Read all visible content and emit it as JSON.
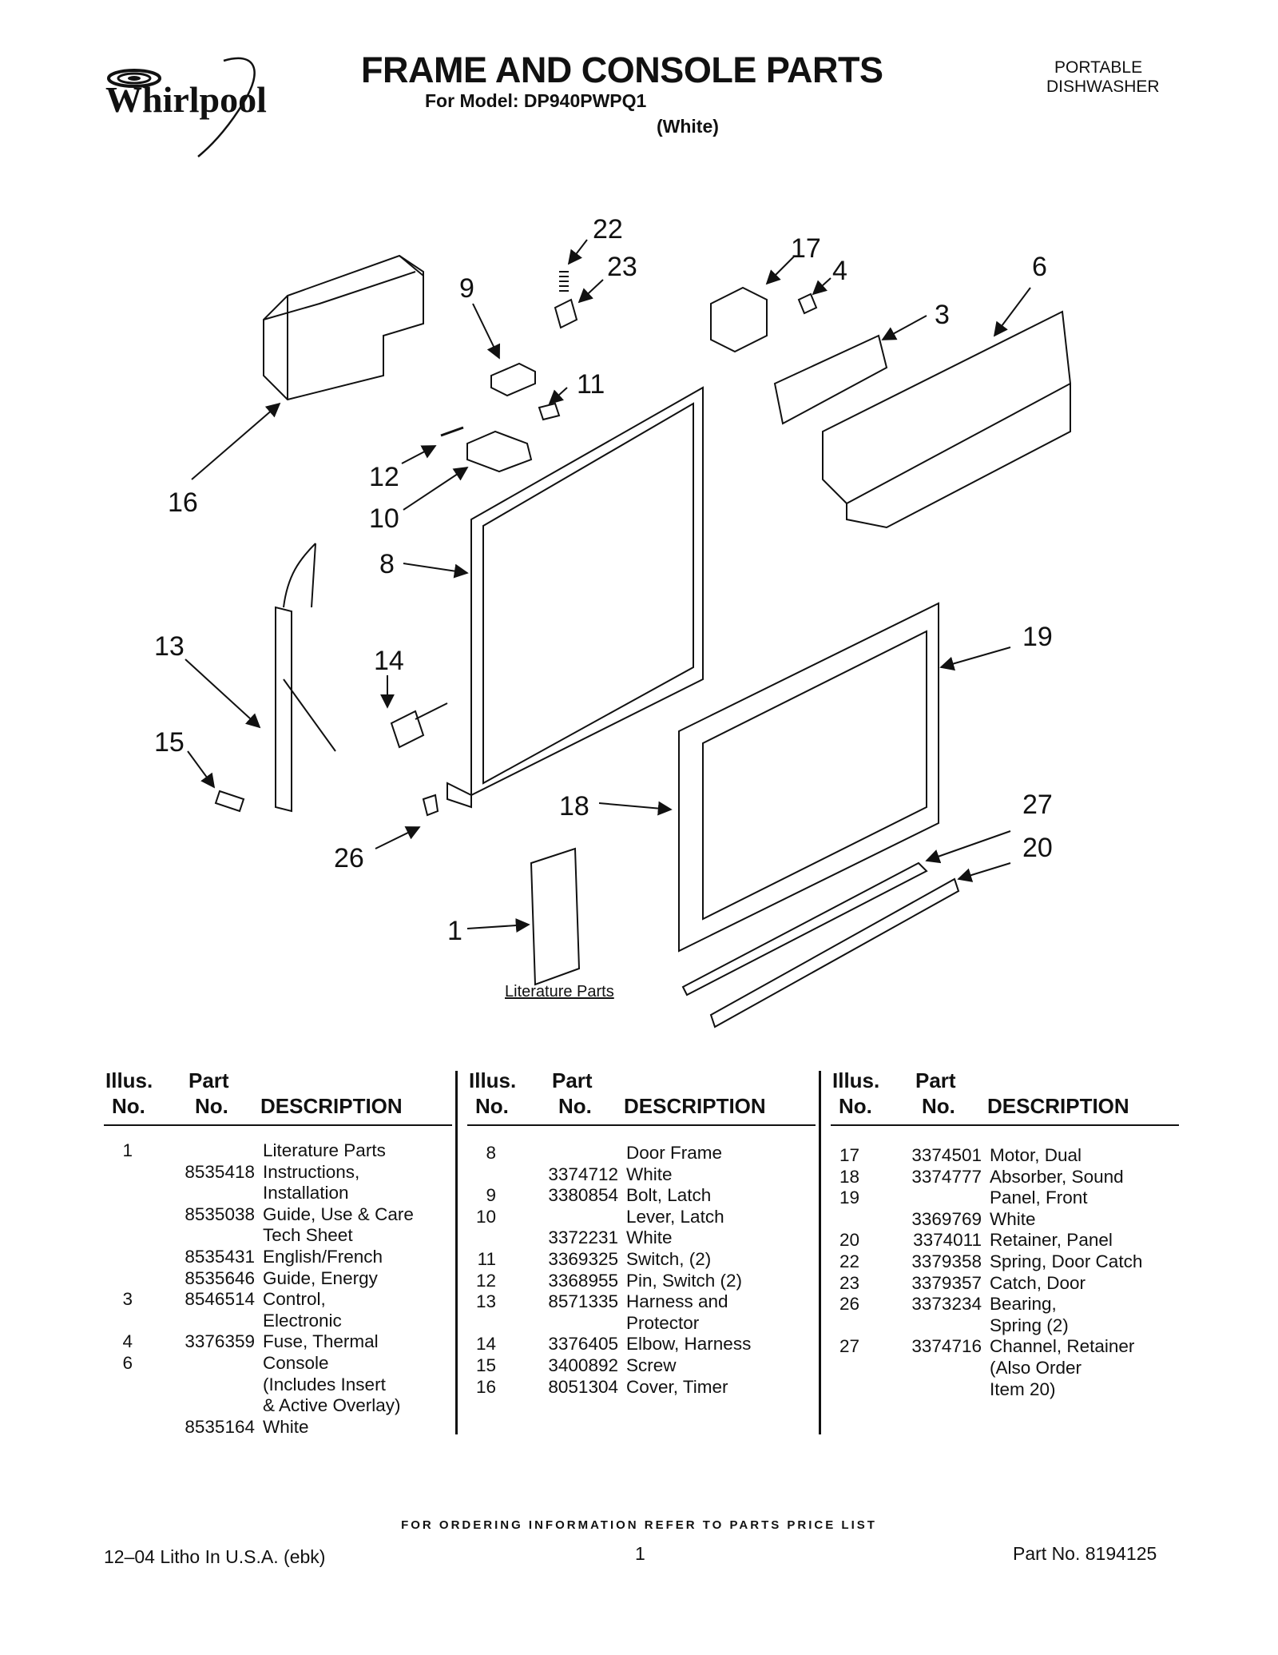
{
  "header": {
    "brand": "Whirlpool",
    "title": "FRAME AND CONSOLE PARTS",
    "model_line": "For Model: DP940PWPQ1",
    "color_line": "(White)",
    "category_line1": "PORTABLE",
    "category_line2": "DISHWASHER"
  },
  "diagram": {
    "callouts": [
      "22",
      "17",
      "23",
      "4",
      "6",
      "9",
      "3",
      "11",
      "12",
      "16",
      "10",
      "8",
      "13",
      "14",
      "19",
      "15",
      "27",
      "18",
      "20",
      "26",
      "1"
    ],
    "literature_label": "Literature Parts"
  },
  "table_header": {
    "illus_1": "Illus.",
    "illus_2": "No.",
    "part_1": "Part",
    "part_2": "No.",
    "description": "DESCRIPTION"
  },
  "parts_columns": [
    [
      {
        "illus": "1",
        "part": "",
        "desc": "Literature Parts"
      },
      {
        "illus": "",
        "part": "8535418",
        "desc": "Instructions,"
      },
      {
        "illus": "",
        "part": "",
        "desc": "Installation"
      },
      {
        "illus": "",
        "part": "8535038",
        "desc": "Guide, Use & Care"
      },
      {
        "illus": "",
        "part": "",
        "desc": "Tech Sheet"
      },
      {
        "illus": "",
        "part": "8535431",
        "desc": "English/French"
      },
      {
        "illus": "",
        "part": "8535646",
        "desc": "Guide, Energy"
      },
      {
        "illus": "3",
        "part": "8546514",
        "desc": "Control,"
      },
      {
        "illus": "",
        "part": "",
        "desc": "Electronic"
      },
      {
        "illus": "4",
        "part": "3376359",
        "desc": "Fuse, Thermal"
      },
      {
        "illus": "6",
        "part": "",
        "desc": "Console"
      },
      {
        "illus": "",
        "part": "",
        "desc": "(Includes Insert"
      },
      {
        "illus": "",
        "part": "",
        "desc": "& Active Overlay)"
      },
      {
        "illus": "",
        "part": "8535164",
        "desc": "White"
      }
    ],
    [
      {
        "illus": "8",
        "part": "",
        "desc": "Door Frame"
      },
      {
        "illus": "",
        "part": "3374712",
        "desc": "White"
      },
      {
        "illus": "9",
        "part": "3380854",
        "desc": "Bolt, Latch"
      },
      {
        "illus": "10",
        "part": "",
        "desc": "Lever, Latch"
      },
      {
        "illus": "",
        "part": "3372231",
        "desc": "White"
      },
      {
        "illus": "11",
        "part": "3369325",
        "desc": "Switch, (2)"
      },
      {
        "illus": "12",
        "part": "3368955",
        "desc": "Pin, Switch (2)"
      },
      {
        "illus": "13",
        "part": "8571335",
        "desc": "Harness and"
      },
      {
        "illus": "",
        "part": "",
        "desc": "Protector"
      },
      {
        "illus": "14",
        "part": "3376405",
        "desc": "Elbow, Harness"
      },
      {
        "illus": "15",
        "part": "3400892",
        "desc": "Screw"
      },
      {
        "illus": "16",
        "part": "8051304",
        "desc": "Cover, Timer"
      }
    ],
    [
      {
        "illus": "17",
        "part": "3374501",
        "desc": "Motor, Dual"
      },
      {
        "illus": "18",
        "part": "3374777",
        "desc": "Absorber, Sound"
      },
      {
        "illus": "19",
        "part": "",
        "desc": "Panel, Front"
      },
      {
        "illus": "",
        "part": "3369769",
        "desc": "White"
      },
      {
        "illus": "20",
        "part": "3374011",
        "desc": "Retainer, Panel"
      },
      {
        "illus": "22",
        "part": "3379358",
        "desc": "Spring, Door Catch"
      },
      {
        "illus": "23",
        "part": "3379357",
        "desc": "Catch, Door"
      },
      {
        "illus": "26",
        "part": "3373234",
        "desc": "Bearing,"
      },
      {
        "illus": "",
        "part": "",
        "desc": "Spring (2)"
      },
      {
        "illus": "27",
        "part": "3374716",
        "desc": "Channel, Retainer"
      },
      {
        "illus": "",
        "part": "",
        "desc": "(Also Order"
      },
      {
        "illus": "",
        "part": "",
        "desc": "Item 20)"
      }
    ]
  ],
  "footer": {
    "ordering_note": "FOR ORDERING INFORMATION REFER TO PARTS PRICE LIST",
    "litho": "12–04 Litho In U.S.A. (ebk)",
    "page": "1",
    "part_no": "Part No. 8194125"
  }
}
